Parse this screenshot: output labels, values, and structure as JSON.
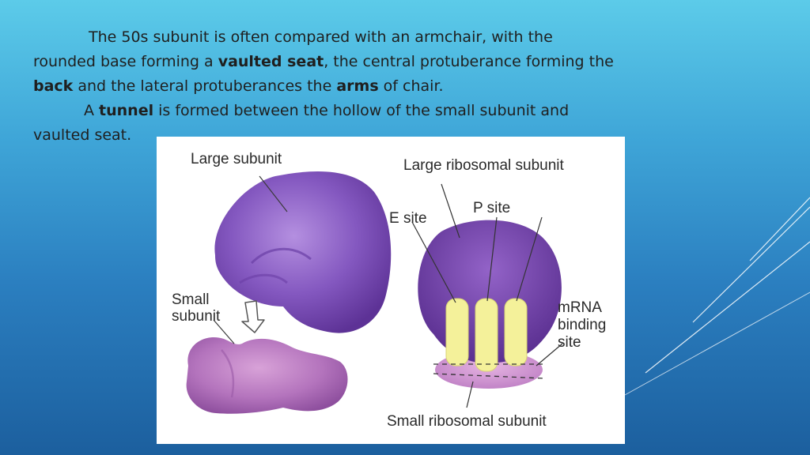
{
  "slide": {
    "para1": {
      "l1": "The 50s subunit is often compared with an armchair, with the",
      "l2a": "rounded base forming a ",
      "l2b": "vaulted seat",
      "l2c": ", the central protuberance forming the",
      "l3a": "back",
      "l3b": " and the lateral protuberances the ",
      "l3c": "arms",
      "l3d": " of chair."
    },
    "para2": {
      "l1a": "A ",
      "l1b": "tunnel",
      "l1c": " is formed between the hollow of the small subunit and",
      "l2": "vaulted seat."
    }
  },
  "figure": {
    "large_subunit": "Large subunit",
    "small_subunit_l1": "Small",
    "small_subunit_l2": "subunit",
    "large_ribosomal": "Large ribosomal subunit",
    "p_site": "P site",
    "e_site": "E site",
    "mrna_l1": "mRNA",
    "mrna_l2": "binding",
    "mrna_l3": "site",
    "small_ribosomal": "Small ribosomal subunit"
  },
  "colors": {
    "subunit_purple": "#7b4fb0",
    "small_subunit_pink": "#c77fc4",
    "site_yellow": "#f4f19a"
  }
}
